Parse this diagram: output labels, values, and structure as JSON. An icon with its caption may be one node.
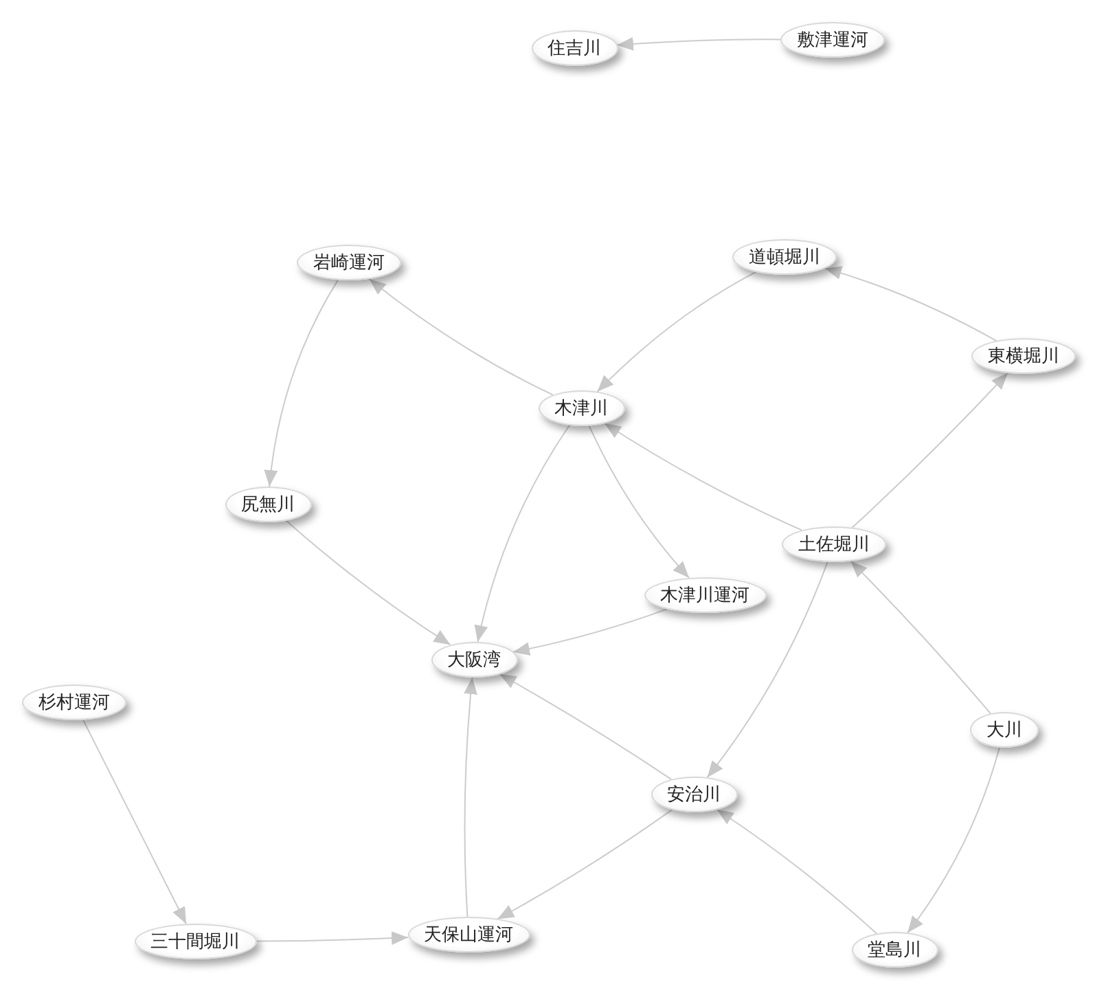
{
  "diagram": {
    "nodes": [
      {
        "text": [
          "住吉川"
        ]
      },
      {
        "text": [
          "敷津運河"
        ]
      },
      {
        "text": [
          "岩崎運河"
        ]
      },
      {
        "text": [
          "道頓堀川"
        ]
      },
      {
        "text": [
          "東横堀川"
        ]
      },
      {
        "text": [
          "木津川"
        ]
      },
      {
        "text": [
          "尻無川"
        ]
      },
      {
        "text": [
          "土佐堀川"
        ]
      },
      {
        "text": [
          "木津川運河"
        ]
      },
      {
        "text": [
          "大阪湾"
        ]
      },
      {
        "text": [
          "杉村運河"
        ]
      },
      {
        "text": [
          "大川"
        ]
      },
      {
        "text": [
          "安治川"
        ]
      },
      {
        "text": [
          "三十間堀川"
        ]
      },
      {
        "text": [
          "天保山運河"
        ]
      },
      {
        "text": [
          "堂島川"
        ]
      }
    ],
    "edges": [
      {
        "from": 1,
        "to": 0,
        "arrow": "to"
      },
      {
        "from": 5,
        "to": 2,
        "arrow": "to"
      },
      {
        "from": 2,
        "to": 6,
        "arrow": "to"
      },
      {
        "from": 3,
        "to": 5,
        "arrow": "to"
      },
      {
        "from": 4,
        "to": 3,
        "arrow": "to"
      },
      {
        "from": 7,
        "to": 4,
        "arrow": "to"
      },
      {
        "from": 7,
        "to": 5,
        "arrow": "to"
      },
      {
        "from": 5,
        "to": 9,
        "arrow": "to"
      },
      {
        "from": 5,
        "to": 8,
        "arrow": "to"
      },
      {
        "from": 6,
        "to": 9,
        "arrow": "to"
      },
      {
        "from": 8,
        "to": 9,
        "arrow": "to"
      },
      {
        "from": 7,
        "to": 12,
        "arrow": "to"
      },
      {
        "from": 11,
        "to": 7,
        "arrow": "to"
      },
      {
        "from": 11,
        "to": 15,
        "arrow": "to"
      },
      {
        "from": 15,
        "to": 12,
        "arrow": "to"
      },
      {
        "from": 12,
        "to": 9,
        "arrow": "to"
      },
      {
        "from": 12,
        "to": 14,
        "arrow": "to"
      },
      {
        "from": 14,
        "to": 9,
        "arrow": "to"
      },
      {
        "from": 10,
        "to": 13,
        "arrow": "to"
      },
      {
        "from": 13,
        "to": 14,
        "arrow": "to"
      }
    ]
  }
}
